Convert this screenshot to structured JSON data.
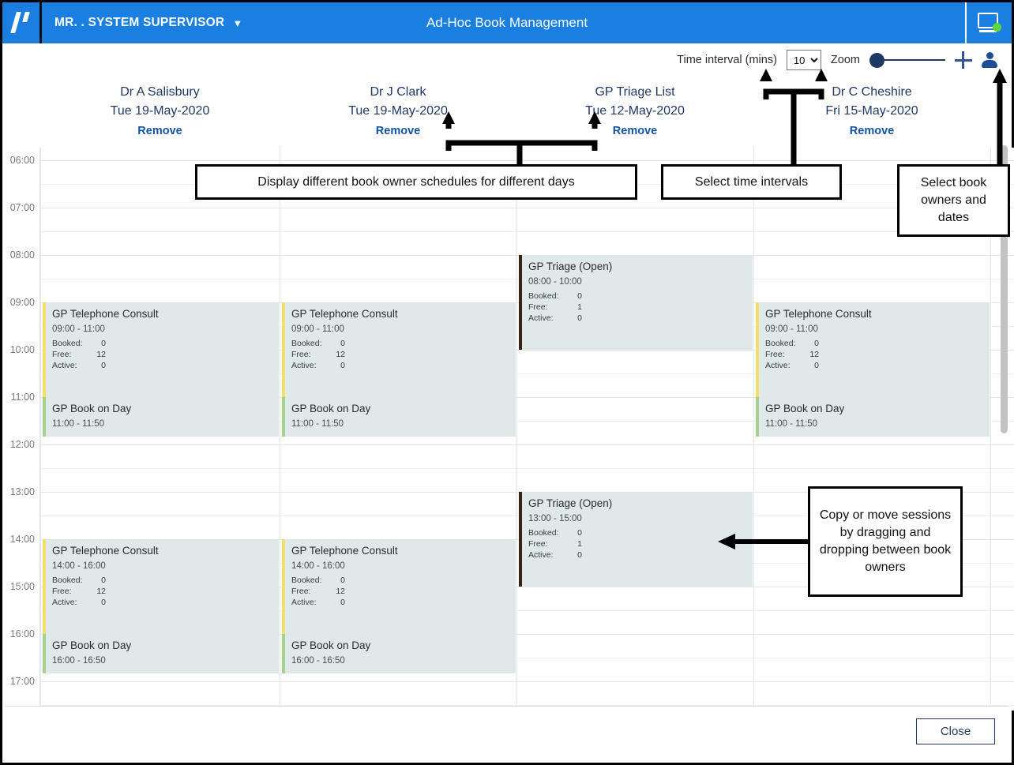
{
  "titlebar": {
    "logo_name": "vision-logo",
    "user": "MR. . SYSTEM SUPERVISOR",
    "user_chevron": "⌄",
    "app_title": "Ad-Hoc Book Management",
    "status_icon": "monitor-online-icon"
  },
  "toolbar": {
    "time_interval_label": "Time interval (mins)",
    "time_interval_value": "10",
    "time_interval_options": [
      "10"
    ],
    "zoom_label": "Zoom",
    "add_icon": "plus-icon",
    "owner_icon": "person-icon",
    "accent_color": "#1f3864"
  },
  "columns": [
    {
      "owner": "Dr A Salisbury",
      "date": "Tue 19-May-2020",
      "remove_label": "Remove"
    },
    {
      "owner": "Dr J Clark",
      "date": "Tue 19-May-2020",
      "remove_label": "Remove"
    },
    {
      "owner": "GP Triage List",
      "date": "Tue 12-May-2020",
      "remove_label": "Remove"
    },
    {
      "owner": "Dr C Cheshire",
      "date": "Fri 15-May-2020",
      "remove_label": "Remove"
    }
  ],
  "time_axis": {
    "labels": [
      "06:00",
      "07:00",
      "08:00",
      "09:00",
      "10:00",
      "11:00",
      "12:00",
      "13:00",
      "14:00",
      "15:00",
      "16:00",
      "17:00"
    ]
  },
  "stat_labels": {
    "booked": "Booked:",
    "free": "Free:",
    "active": "Active:"
  },
  "sessions": [
    {
      "col": 0,
      "title": "GP Telephone Consult",
      "time": "09:00 - 11:00",
      "booked": "0",
      "free": "12",
      "active": "0",
      "accent": "#f2e06a",
      "show_stats": true
    },
    {
      "col": 0,
      "title": "GP Book on Day",
      "time": "11:00 - 11:50",
      "booked": "",
      "free": "",
      "active": "",
      "accent": "#a9d18e",
      "show_stats": false
    },
    {
      "col": 0,
      "title": "GP Telephone Consult",
      "time": "14:00 - 16:00",
      "booked": "0",
      "free": "12",
      "active": "0",
      "accent": "#f2e06a",
      "show_stats": true
    },
    {
      "col": 0,
      "title": "GP Book on Day",
      "time": "16:00 - 16:50",
      "booked": "",
      "free": "",
      "active": "",
      "accent": "#a9d18e",
      "show_stats": false
    },
    {
      "col": 1,
      "title": "GP Telephone Consult",
      "time": "09:00 - 11:00",
      "booked": "0",
      "free": "12",
      "active": "0",
      "accent": "#f2e06a",
      "show_stats": true
    },
    {
      "col": 1,
      "title": "GP Book on Day",
      "time": "11:00 - 11:50",
      "booked": "",
      "free": "",
      "active": "",
      "accent": "#a9d18e",
      "show_stats": false
    },
    {
      "col": 1,
      "title": "GP Telephone Consult",
      "time": "14:00 - 16:00",
      "booked": "0",
      "free": "12",
      "active": "0",
      "accent": "#f2e06a",
      "show_stats": true
    },
    {
      "col": 1,
      "title": "GP Book on Day",
      "time": "16:00 - 16:50",
      "booked": "",
      "free": "",
      "active": "",
      "accent": "#a9d18e",
      "show_stats": false
    },
    {
      "col": 2,
      "title": "GP Triage (Open)",
      "time": "08:00 - 10:00",
      "booked": "0",
      "free": "1",
      "active": "0",
      "accent": "#3b2314",
      "show_stats": true
    },
    {
      "col": 2,
      "title": "GP Triage (Open)",
      "time": "13:00 - 15:00",
      "booked": "0",
      "free": "1",
      "active": "0",
      "accent": "#3b2314",
      "show_stats": true
    },
    {
      "col": 3,
      "title": "GP Telephone Consult",
      "time": "09:00 - 11:00",
      "booked": "0",
      "free": "12",
      "active": "0",
      "accent": "#f2e06a",
      "show_stats": true
    },
    {
      "col": 3,
      "title": "GP Book on Day",
      "time": "11:00 - 11:50",
      "booked": "",
      "free": "",
      "active": "",
      "accent": "#a9d18e",
      "show_stats": false
    }
  ],
  "annotations": [
    {
      "text": "Display different book owner schedules for different days"
    },
    {
      "text": "Select time intervals"
    },
    {
      "text": "Select book owners and dates"
    },
    {
      "text": "Copy or move sessions by dragging and dropping between book owners"
    }
  ],
  "footer": {
    "close_label": "Close"
  }
}
